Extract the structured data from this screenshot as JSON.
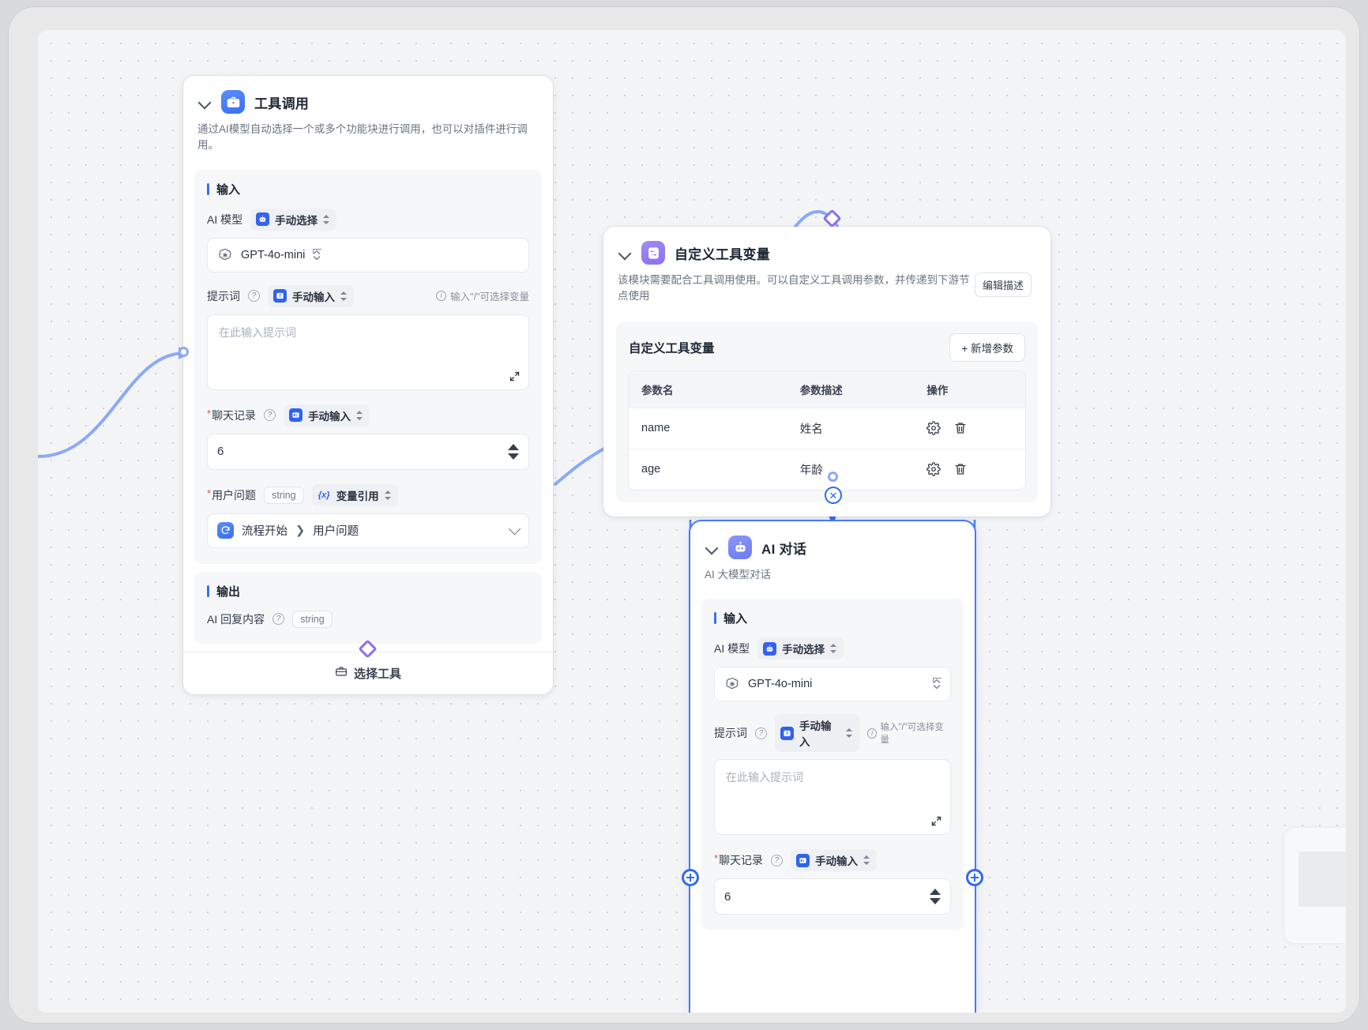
{
  "canvas": {
    "background_color": "#f3f4f6",
    "dot_color": "#d0d2d6"
  },
  "nodes": {
    "tool_call": {
      "title": "工具调用",
      "icon": "toolbox-icon",
      "description": "通过AI模型自动选择一个或多个功能块进行调用，也可以对插件进行调用。",
      "input_section_label": "输入",
      "output_section_label": "输出",
      "fields": {
        "model_label": "AI 模型",
        "model_mode": "手动选择",
        "model_value": "GPT-4o-mini",
        "prompt_label": "提示词",
        "prompt_mode": "手动输入",
        "prompt_hint": "输入\"/\"可选择变量",
        "prompt_placeholder": "在此输入提示词",
        "history_label": "聊天记录",
        "history_mode": "手动输入",
        "history_value": "6",
        "question_label": "用户问题",
        "question_type": "string",
        "question_mode": "变量引用",
        "question_ref_source": "流程开始",
        "question_ref_field": "用户问题",
        "output_label": "AI 回复内容",
        "output_type": "string"
      },
      "footer_label": "选择工具"
    },
    "custom_tool_vars": {
      "title": "自定义工具变量",
      "icon": "sliders-icon",
      "description": "该模块需要配合工具调用使用。可以自定义工具调用参数，并传递到下游节点使用",
      "edit_desc_label": "编辑描述",
      "card_title": "自定义工具变量",
      "add_param_label": "+ 新增参数",
      "table": {
        "headers": [
          "参数名",
          "参数描述",
          "操作"
        ],
        "rows": [
          {
            "name": "name",
            "desc": "姓名",
            "actions": [
              "gear-icon",
              "trash-icon"
            ]
          },
          {
            "name": "age",
            "desc": "年龄",
            "actions": [
              "gear-icon",
              "trash-icon"
            ]
          }
        ]
      }
    },
    "ai_chat": {
      "title": "AI 对话",
      "icon": "robot-icon",
      "description": "AI 大模型对话",
      "input_section_label": "输入",
      "fields": {
        "model_label": "AI 模型",
        "model_mode": "手动选择",
        "model_value": "GPT-4o-mini",
        "prompt_label": "提示词",
        "prompt_mode": "手动输入",
        "prompt_hint": "输入\"/\"可选择变量",
        "prompt_placeholder": "在此输入提示词",
        "history_label": "聊天记录",
        "history_mode": "手动输入",
        "history_value": "6"
      }
    }
  },
  "edge_controls": {
    "delete_label": "✕"
  },
  "colors": {
    "accent_blue": "#2f6bf0",
    "edge_blue": "#8aa9f7",
    "accent_purple": "#8b6ff0",
    "required_red": "#f04848"
  }
}
